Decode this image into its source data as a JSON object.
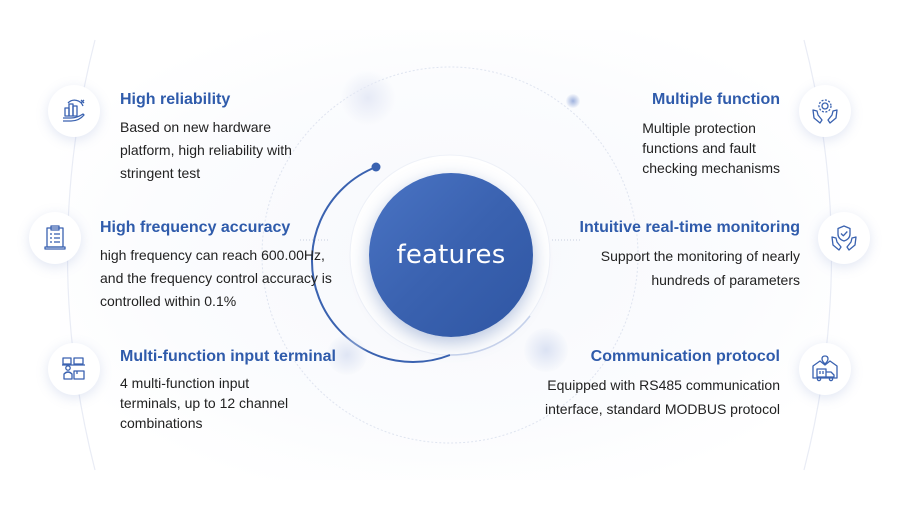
{
  "center": {
    "label": "features"
  },
  "colors": {
    "accent": "#2f5bab",
    "center_fill": "#3a62b0",
    "text": "#222222"
  },
  "features": [
    {
      "id": "high-reliability",
      "icon": "hand-chart-icon",
      "title": "High reliability",
      "desc_lines": [
        "Based on new hardware",
        "platform, high reliability with",
        "stringent test"
      ]
    },
    {
      "id": "high-frequency-accuracy",
      "icon": "clipboard-list-icon",
      "title": "High frequency accuracy",
      "desc_lines": [
        "high frequency can reach 600.00Hz,",
        "and the frequency control accuracy is",
        "controlled within 0.1%"
      ]
    },
    {
      "id": "multi-function-input-terminal",
      "icon": "warehouse-worker-icon",
      "title": "Multi-function input terminal",
      "desc_lines": [
        "4 multi-function input",
        "terminals, up to 12 channel",
        "combinations"
      ]
    },
    {
      "id": "multiple-function",
      "icon": "hands-gear-icon",
      "title": "Multiple function",
      "desc_lines": [
        "Multiple protection",
        "functions and fault",
        "checking mechanisms"
      ]
    },
    {
      "id": "intuitive-real-time-monitoring",
      "icon": "hands-shield-icon",
      "title": "Intuitive real-time monitoring",
      "desc_lines": [
        "Support the monitoring of nearly",
        "hundreds of parameters"
      ]
    },
    {
      "id": "communication-protocol",
      "icon": "logistics-truck-icon",
      "title": "Communication protocol",
      "desc_lines": [
        "Equipped with RS485 communication",
        "interface, standard MODBUS protocol"
      ]
    }
  ]
}
